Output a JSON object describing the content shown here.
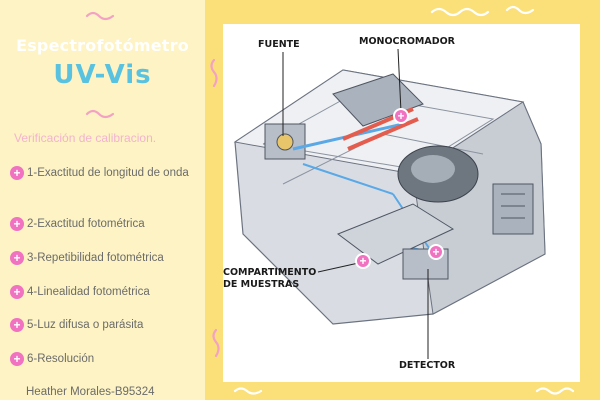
{
  "title": {
    "line1": "Espectrofotómetro",
    "line2": "UV-Vis"
  },
  "subtitle": "Verificación de calibracion.",
  "items": [
    {
      "label": "1-Exactitud de longitud de onda"
    },
    {
      "label": "2-Exactitud fotométrica"
    },
    {
      "label": "3-Repetibilidad fotométrica"
    },
    {
      "label": "4-Linealidad fotométrica"
    },
    {
      "label": "5-Luz difusa o parásita"
    },
    {
      "label": "6-Resolución"
    }
  ],
  "author": "Heather Morales-B95324",
  "diagram": {
    "labels": {
      "fuente": "FUENTE",
      "monocromador": "MONOCROMADOR",
      "compartimento": "COMPARTIMENTO DE MUESTRAS",
      "detector": "DETECTOR"
    },
    "hotspot_symbol": "+"
  },
  "colors": {
    "accent_pink": "#f072c1",
    "title_blue": "#58c2e0",
    "background_yellow": "#fbe07a",
    "panel_cream": "#fdf3c4"
  },
  "icons": {
    "bullet": "plus-icon",
    "hotspot": "plus-icon"
  }
}
